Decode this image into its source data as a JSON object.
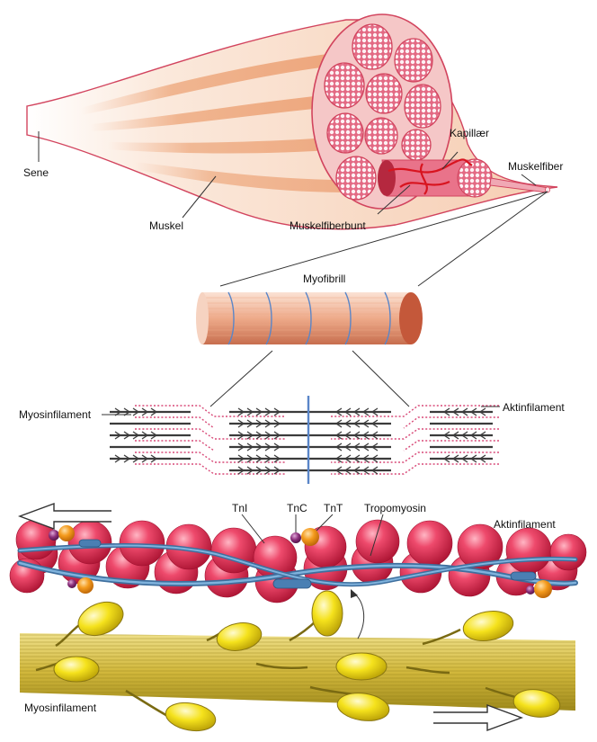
{
  "labels": {
    "sene": "Sene",
    "muskel": "Muskel",
    "muskelfiberbunt": "Muskelfiberbunt",
    "kapillaer": "Kapillær",
    "muskelfiber": "Muskelfiber",
    "myofibrill": "Myofibrill",
    "myosinfilament_top": "Myosinfilament",
    "aktinfilament_top": "Aktinfilament",
    "tnl": "TnI",
    "tnc": "TnC",
    "tnt": "TnT",
    "tropomyosin": "Tropomyosin",
    "aktinfilament_bottom": "Aktinfilament",
    "myosinfilament_bottom": "Myosinfilament"
  },
  "colors": {
    "muscle_band": "#e8a07a",
    "muscle_outline": "#d2445e",
    "bundle_fill": "#e9738a",
    "fibre_dot": "#fdf1f4",
    "capillary": "#d8141f",
    "myofibril_body": "#efb493",
    "myofibril_end": "#c4583a",
    "band_line": "#5a86c8",
    "actin_bead": "#e0284e",
    "tropomyosin": "#5b8fbf",
    "tnc_purple": "#8a2f7b",
    "tnt_orange": "#f19a1d",
    "myosin_head": "#f4e21a",
    "myosin_rod": "#d9c44a"
  }
}
